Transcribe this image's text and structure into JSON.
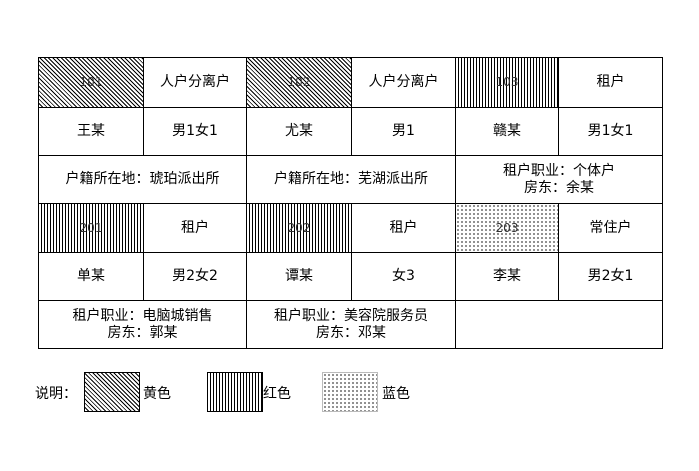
{
  "rooms": [
    {
      "number": "101",
      "type": "人户分离户",
      "name": "王某",
      "members": "男1女1",
      "note1": "户籍所在地：琥珀派出所",
      "note2": ""
    },
    {
      "number": "102",
      "type": "人户分离户",
      "name": "尤某",
      "members": "男1",
      "note1": "户籍所在地：芜湖派出所",
      "note2": ""
    },
    {
      "number": "103",
      "type": "租户",
      "name": "赣某",
      "members": "男1女1",
      "note1": "租户职业：个体户",
      "note2": "房东：余某"
    },
    {
      "number": "201",
      "type": "租户",
      "name": "单某",
      "members": "男2女2",
      "note1": "租户职业：电脑城销售",
      "note2": "房东：郭某"
    },
    {
      "number": "202",
      "type": "租户",
      "name": "谭某",
      "members": "女3",
      "note1": "租户职业：美容院服务员",
      "note2": "房东：邓某"
    },
    {
      "number": "203",
      "type": "常住户",
      "name": "李某",
      "members": "男2女1",
      "note1": "",
      "note2": ""
    }
  ],
  "legend": {
    "label": "说明：",
    "yellow": "黄色",
    "red": "红色",
    "blue": "蓝色"
  }
}
